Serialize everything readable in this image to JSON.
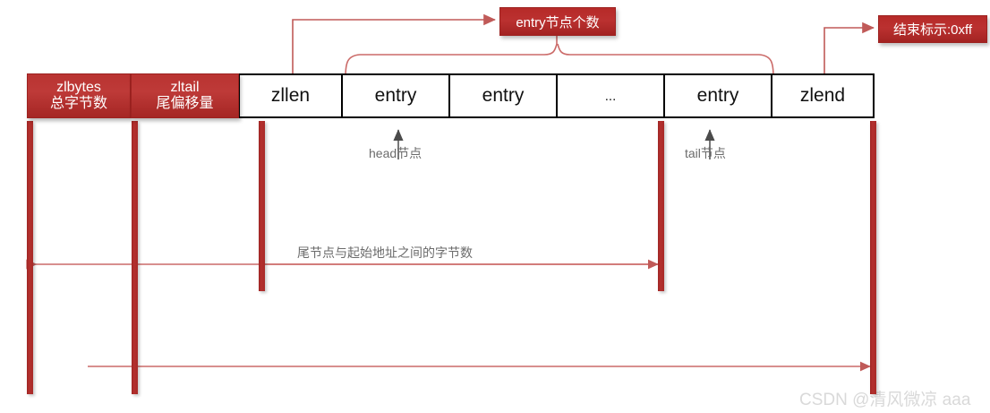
{
  "diagram": {
    "title_note": "Redis ziplist structure diagram",
    "colors": {
      "callout_fill": "#b62a28",
      "rule_red": "#a82a28",
      "connector_red": "#cb6a68",
      "note_gray": "#6b6b6b",
      "watermark_gray": "#d9d9d9",
      "cell_border": "#000000"
    },
    "callouts": [
      {
        "name": "entry-count-callout",
        "text": "entry节点个数"
      },
      {
        "name": "end-marker-callout",
        "text": "结束标示:0xff"
      }
    ],
    "cells": [
      {
        "name": "zlbytes",
        "line1": "zlbytes",
        "line2": "总字节数",
        "style": "red",
        "width": 116
      },
      {
        "name": "zltail",
        "line1": "zltail",
        "line2": "尾偏移量",
        "style": "red",
        "width": 121
      },
      {
        "name": "zllen",
        "line1": "zllen",
        "line2": "",
        "style": "plain",
        "width": 115
      },
      {
        "name": "entry-head",
        "line1": "entry",
        "line2": "",
        "style": "plain",
        "width": 120
      },
      {
        "name": "entry-2",
        "line1": "entry",
        "line2": "",
        "style": "plain",
        "width": 120
      },
      {
        "name": "entry-ellipsis",
        "line1": "...",
        "line2": "",
        "style": "dots",
        "width": 120
      },
      {
        "name": "entry-tail",
        "line1": "entry",
        "line2": "",
        "style": "plain",
        "width": 120
      },
      {
        "name": "zlend",
        "line1": "zlend",
        "line2": "",
        "style": "plain",
        "width": 115
      }
    ],
    "notes": [
      {
        "name": "head-node-note",
        "text": "head节点"
      },
      {
        "name": "tail-node-note",
        "text": "tail节点"
      },
      {
        "name": "tail-offset-note",
        "text": "尾节点与起始地址之间的字节数"
      }
    ],
    "watermark": {
      "text": "CSDN @清风微凉 aaa"
    }
  }
}
